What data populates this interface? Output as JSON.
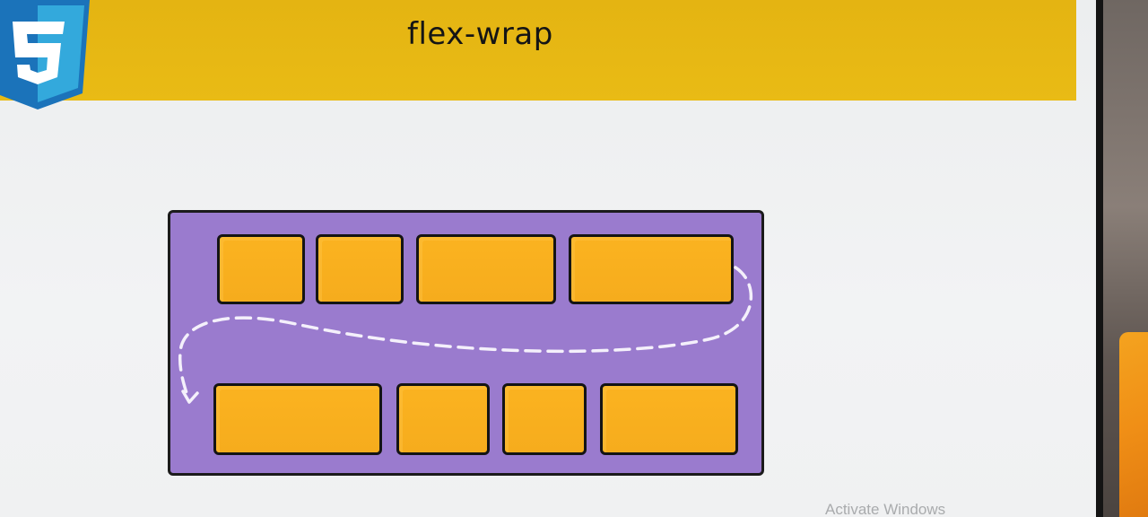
{
  "slide": {
    "title": "flex-wrap",
    "logo": "css3-icon"
  },
  "illustration": {
    "concept": "flex-wrap",
    "container": "flex-container",
    "row_1_items": 4,
    "row_2_items": 4,
    "wrap_arrow": "dashed-wrap-arrow",
    "colors": {
      "container": "#9a7bce",
      "item": "#f6ac1d",
      "header": "#e6b713"
    }
  },
  "os": {
    "watermark": "Activate Windows"
  }
}
